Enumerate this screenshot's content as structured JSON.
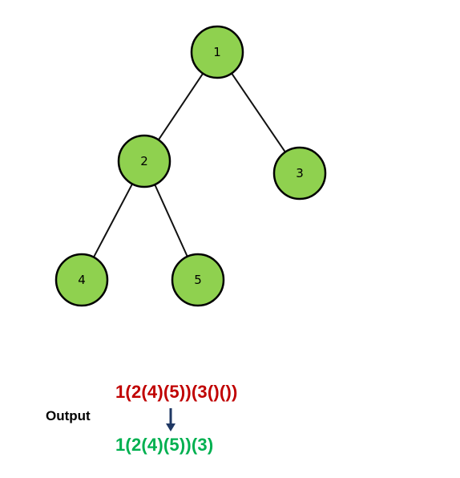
{
  "colors": {
    "node_fill": "#8fd14f",
    "node_stroke": "#000000",
    "edge": "#111111",
    "input_text": "#c00000",
    "output_text": "#00b050",
    "arrow": "#1f3864"
  },
  "tree": {
    "nodes": [
      {
        "id": "1",
        "label": "1"
      },
      {
        "id": "2",
        "label": "2"
      },
      {
        "id": "3",
        "label": "3"
      },
      {
        "id": "4",
        "label": "4"
      },
      {
        "id": "5",
        "label": "5"
      }
    ],
    "edges": [
      {
        "from": "1",
        "to": "2"
      },
      {
        "from": "1",
        "to": "3"
      },
      {
        "from": "2",
        "to": "4"
      },
      {
        "from": "2",
        "to": "5"
      }
    ]
  },
  "output_section": {
    "label": "Output",
    "input_expression": "1(2(4)(5))(3()())",
    "result_expression": "1(2(4)(5))(3)",
    "arrow_icon": "down-arrow-icon"
  }
}
